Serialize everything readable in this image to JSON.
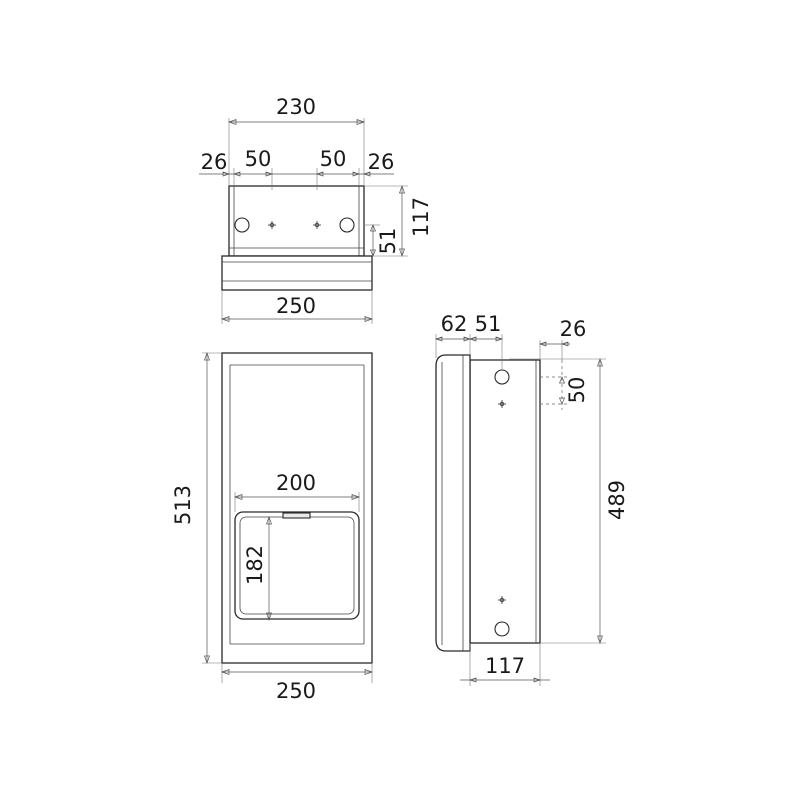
{
  "top_view": {
    "overall_mount_width": "230",
    "edge_offset_left": "26",
    "hole_offset_left": "50",
    "hole_offset_right": "50",
    "edge_offset_right": "26",
    "height": "117",
    "hole_height": "51",
    "front_width": "250"
  },
  "front_view": {
    "height": "513",
    "opening_width": "200",
    "opening_height": "182",
    "width": "250"
  },
  "side_view": {
    "cover_depth": "62",
    "back_offset": "51",
    "edge_offset": "26",
    "hole_offset": "50",
    "hole_spacing": "489",
    "depth": "117"
  }
}
